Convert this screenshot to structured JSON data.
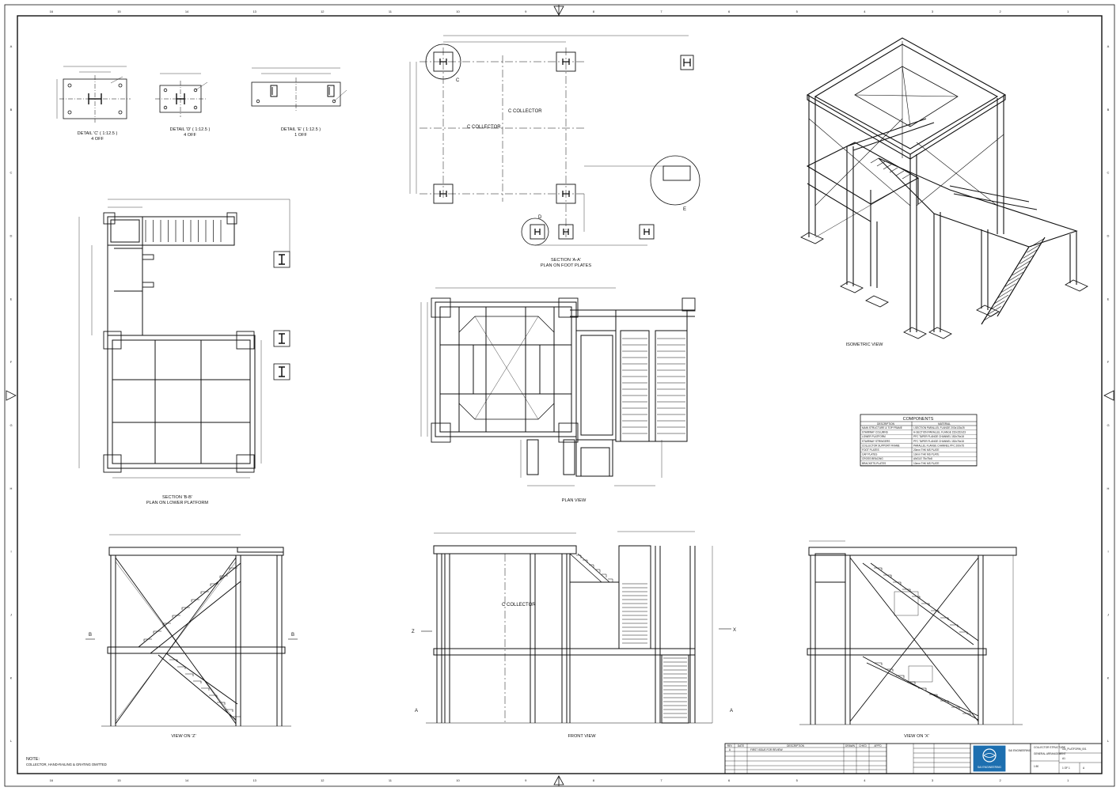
{
  "drawing": {
    "details": [
      {
        "title": "DETAIL 'C' ( 1:12.5 )",
        "qty": "4 OFF"
      },
      {
        "title": "DETAIL 'D' ( 1:12.5 )",
        "qty": "4 OFF"
      },
      {
        "title": "DETAIL 'E' ( 1:12.5 )",
        "qty": "1 OFF"
      }
    ],
    "section_aa": {
      "title": "SECTION 'A-A'",
      "subtitle": "PLAN ON FOOT PLATES",
      "collector_a": "C COLLECTOR",
      "collector_b": "C COLLECTOR",
      "callouts": [
        "C",
        "D",
        "E"
      ]
    },
    "section_bb": {
      "title": "SECTION 'B-B'",
      "subtitle": "PLAN ON LOWER PLATFORM"
    },
    "plan_view": {
      "title": "PLAN VIEW"
    },
    "isometric": {
      "title": "ISOMETRIC VIEW"
    },
    "view_z": {
      "title": "VIEW ON 'Z'",
      "section_marks": [
        "B",
        "B"
      ]
    },
    "front_view": {
      "title": "FRONT VIEW",
      "collector": "C COLLECTOR",
      "markers": [
        "Z",
        "X",
        "A",
        "A"
      ]
    },
    "view_x": {
      "title": "VIEW ON 'X'"
    },
    "note": {
      "heading": "NOTE:",
      "text": "COLLECTOR, HAND-RAILING & GRATING OMITTED"
    },
    "components": {
      "title": "COMPONENTS",
      "headers": [
        "DESCRIPTION",
        "MATERIAL"
      ],
      "rows": [
        [
          "MAIN STRUCTURE & TOP FRAME",
          "I-SECTION PARALLEL FLANGE 203x133x25"
        ],
        [
          "STAIRWAY COLUMNS",
          "H-SECTION PARALLEL FLANGE 152x152x23"
        ],
        [
          "LOWER PLATFORM",
          "PFC TAPER FLANGE CHANNEL 152x76x18"
        ],
        [
          "STAIRWAY STRINGERS",
          "PFC TAPER FLANGE CHANNEL 152x76x18"
        ],
        [
          "COLLECTOR SUPPORT FRAME",
          "PARALLEL FLANGE CHANNEL PFC 200x75"
        ],
        [
          "FOOT PLATES",
          "20mm THK MS PLATE"
        ],
        [
          "CAP PLATES",
          "10mm THK MS PLATE"
        ],
        [
          "CROSS BRACING",
          "ANGLE 75x75x8"
        ],
        [
          "BRACKETS-PLATES",
          "10mm THK MS PLATE"
        ]
      ]
    },
    "title_block": {
      "rev_headers": [
        "REV",
        "DATE",
        "DESCRIPTION",
        "DRAWN",
        "CHK'D",
        "APP'D"
      ],
      "rev_rows": [
        [
          "A",
          "",
          "FIRST ISSUE FOR REVIEW",
          "",
          "",
          ""
        ]
      ],
      "company": "SAI ENGINEERING",
      "project": "COLLECTOR STRUCTURE",
      "drawing_title": "GENERAL ARRANGEMENT",
      "drawing_no": "GA_PLATFORM_001",
      "scale": "1:50",
      "sheet": "1 OF 1",
      "size": "A1",
      "rev": "A"
    },
    "border": {
      "top_numbers": [
        "16",
        "15",
        "14",
        "13",
        "12",
        "11",
        "10",
        "9",
        "8",
        "7",
        "6",
        "5",
        "4",
        "3",
        "2",
        "1"
      ],
      "side_letters": [
        "A",
        "B",
        "C",
        "D",
        "E",
        "F",
        "G",
        "H",
        "I",
        "J",
        "K",
        "L"
      ]
    }
  }
}
